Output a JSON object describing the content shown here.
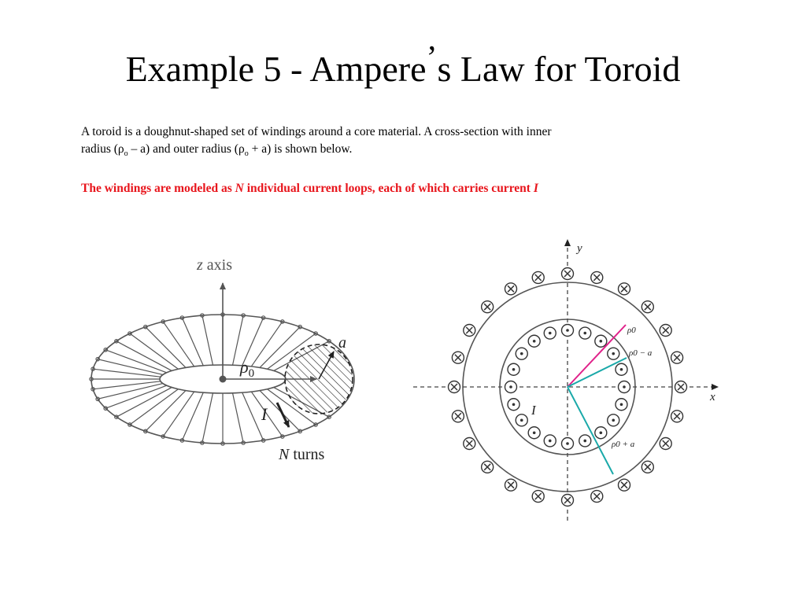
{
  "slide": {
    "title_main": "Example 5 - Ampere",
    "title_apostrophe": "’",
    "title_rest": "s Law for Toroid"
  },
  "text": {
    "line1": "A toroid is a doughnut-shaped set of windings around a core material.  A cross-section with inner",
    "line2_a": "radius (ρ",
    "sub_o": "o",
    "line2_b": " – a) and outer radius (ρ",
    "line2_c": " + a) is shown below.",
    "red_a": "The windings are modeled as ",
    "red_N": "N",
    "red_b": " individual current loops, each of which carries current ",
    "red_I": "I"
  },
  "colors": {
    "red_text": "#e8141b",
    "diagram_gray": "#555555",
    "magenta": "#e0218a",
    "teal": "#1aa9a9"
  },
  "left_figure": {
    "z_label": "z",
    "axis_label": " axis",
    "rho_label": "ρ",
    "rho_sub": "0",
    "a_label": "a",
    "current_label": "I",
    "n_label": "N",
    "turns_label": " turns"
  },
  "right_figure": {
    "x_label": "x",
    "y_label": "y",
    "current_label": "I",
    "rho0": "ρ0",
    "rho0_minus_a": "ρ0 − a",
    "rho0_plus_a": "ρ0 + a",
    "inner_symbol": "dot",
    "outer_symbol": "cross"
  }
}
